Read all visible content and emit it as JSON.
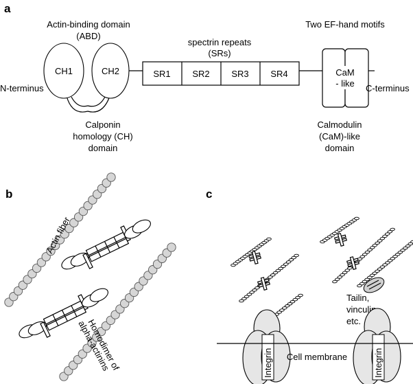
{
  "panels": {
    "a": "a",
    "b": "b",
    "c": "c"
  },
  "panel_a": {
    "abd_line1": "Actin-binding domain",
    "abd_line2": "(ABD)",
    "ch1": "CH1",
    "ch2": "CH2",
    "n_terminus": "N-terminus",
    "c_terminus": "C-terminus",
    "sr_title1": "spectrin repeats",
    "sr_title2": "(SRs)",
    "sr": [
      "SR1",
      "SR2",
      "SR3",
      "SR4"
    ],
    "ef_title": "Two EF-hand motifs",
    "cam1": "CaM",
    "cam2": "- like",
    "ch_domain": [
      "Calponin",
      "homology  (CH)",
      "domain"
    ],
    "cam_domain": [
      "Calmodulin",
      "(CaM)-like",
      "domain"
    ]
  },
  "panel_b": {
    "actin_fiber": "Actin fiber",
    "homodimer1": "Homodimer of",
    "homodimer2": "alpha-actinins"
  },
  "panel_c": {
    "tailin1": "Tailin,",
    "tailin2": "vinculin",
    "tailin3": "etc.",
    "integrin": "Integrin",
    "membrane": "Cell membrane"
  }
}
